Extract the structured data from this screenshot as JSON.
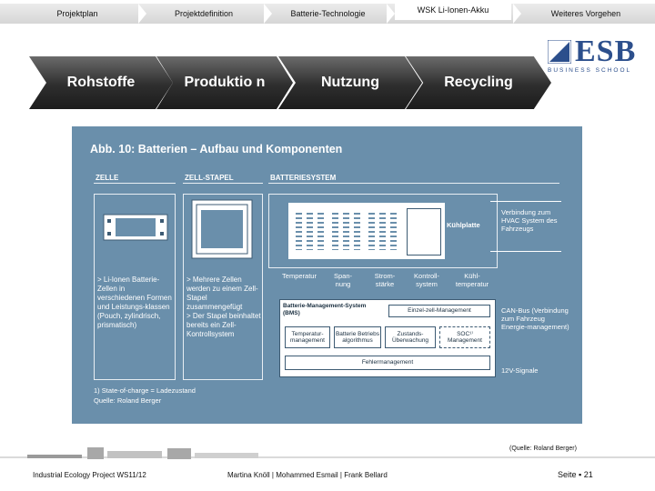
{
  "nav": {
    "top_tabs": [
      "Projektplan",
      "Projektdefinition",
      "Batterie-Technologie",
      "WSK Li-Ionen-Akku",
      "Weiteres Vorgehen"
    ],
    "chevrons": [
      "Rohstoffe",
      "Produktio n",
      "Nutzung",
      "Recycling"
    ]
  },
  "logo": {
    "text": "ESB",
    "sub": "BUSINESS SCHOOL"
  },
  "figure": {
    "title": "Abb. 10: Batterien – Aufbau und Komponenten",
    "col_zelle": "ZELLE",
    "col_stapel": "ZELL-STAPEL",
    "col_system": "BATTERIESYSTEM",
    "kuehlplatte": "Kühlplatte",
    "verbindung": "Verbindung zum HVAC System des Fahrzeugs",
    "sensors": [
      "Temperatur",
      "Span-\nnung",
      "Strom-\nstärke",
      "Kontroll-\nsystem",
      "Kühl-\ntemperatur"
    ],
    "bms_title": "Batterie-Management-System (BMS)",
    "einzelzelle": "Einzel-zell-Management",
    "temp_mgmt": "Temperatur-management",
    "algo": "Batterie Betriebs algorithmus",
    "zustand": "Zustands-Überwachung",
    "soc": "SOC¹⁾ Management",
    "fehler": "Fehlermanagement",
    "can": "CAN-Bus (Verbindung zum Fahrzeug Energie-management)",
    "signal": "12V-Signale",
    "bullet_zelle": "> Li-Ionen Batterie-Zellen in verschiedenen Formen und Leistungs-klassen (Pouch, zylindrisch, prismatisch)",
    "bullet_stapel": "> Mehrere Zellen werden zu einem Zell-Stapel zusammengefügt\n> Der Stapel beinhaltet bereits ein Zell-Kontrollsystem",
    "footnote": "1) State-of-charge = Ladezustand",
    "quelle": "Quelle: Roland Berger"
  },
  "source_note": "(Quelle: Roland Berger)",
  "footer": {
    "left": "Industrial Ecology Project WS11/12",
    "center": "Martina Knöll   |   Mohammed Esmail   |   Frank Bellard",
    "right": "Seite ▪ 21"
  }
}
